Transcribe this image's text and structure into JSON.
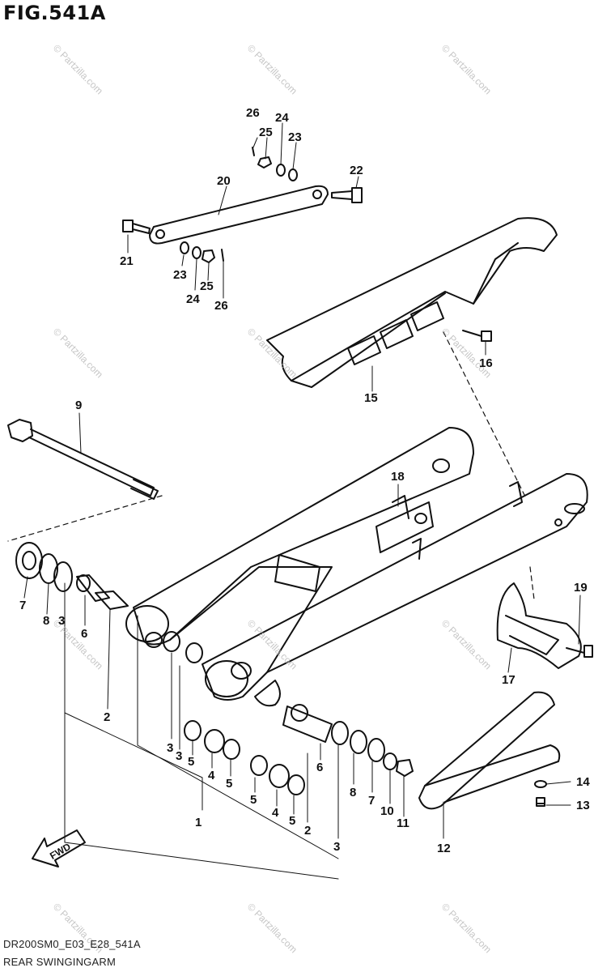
{
  "figure_title": "FIG.541A",
  "drawing_code": "DR200SM0_E03_E28_541A",
  "drawing_name": "REAR SWINGINGARM",
  "watermark_text": "© Partzilla.com",
  "fwd_label": "FWD",
  "callouts": [
    "26",
    "25",
    "24",
    "23",
    "22",
    "20",
    "21",
    "23",
    "24",
    "25",
    "26",
    "16",
    "15",
    "9",
    "18",
    "19",
    "17",
    "7",
    "8",
    "3",
    "6",
    "2",
    "3",
    "3",
    "5",
    "4",
    "5",
    "5",
    "4",
    "5",
    "1",
    "6",
    "8",
    "7",
    "10",
    "11",
    "2",
    "3",
    "14",
    "13",
    "12"
  ]
}
